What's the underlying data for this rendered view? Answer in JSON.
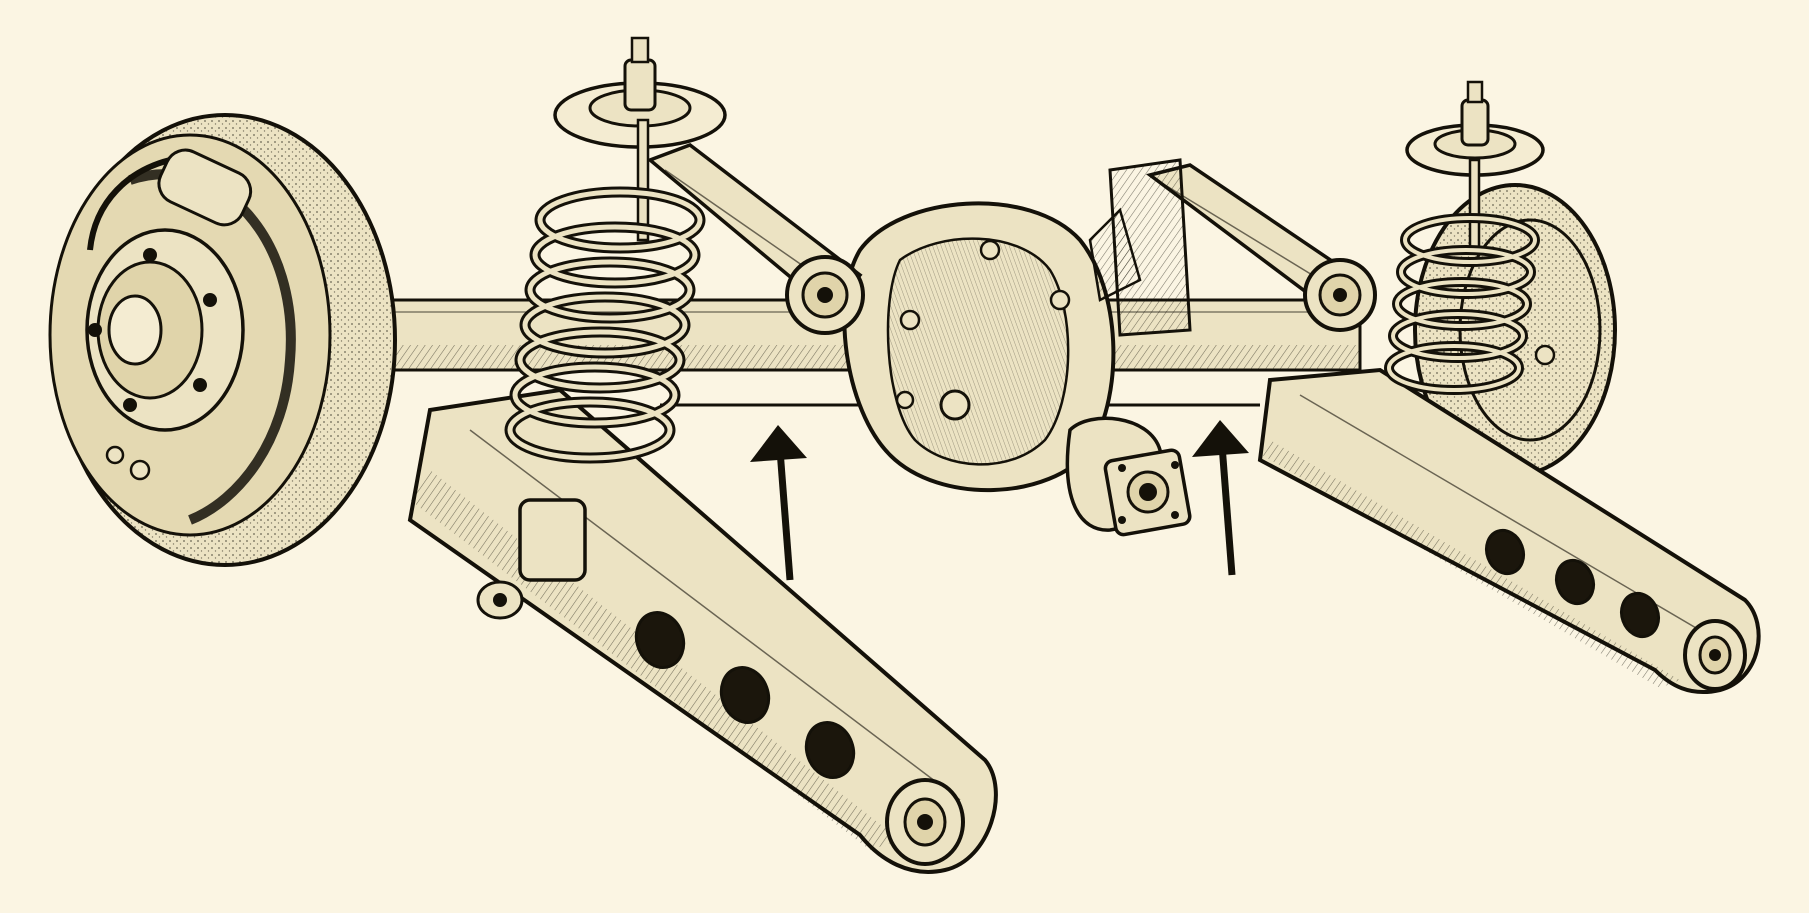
{
  "illustration": {
    "colors": {
      "paper": "#fbf5e3",
      "ink": "#141109",
      "metal": "#ece3c3",
      "metal_shade": "#cfc39a",
      "metal_dark": "#a99c70",
      "hole": "#1b160c"
    },
    "parts": [
      "brake-drum",
      "axle-tube",
      "differential-housing",
      "pinion-flange",
      "coil-spring",
      "shock-absorber",
      "upper-link",
      "trailing-arm",
      "pointer-arrow"
    ],
    "arrow_count": 2
  }
}
